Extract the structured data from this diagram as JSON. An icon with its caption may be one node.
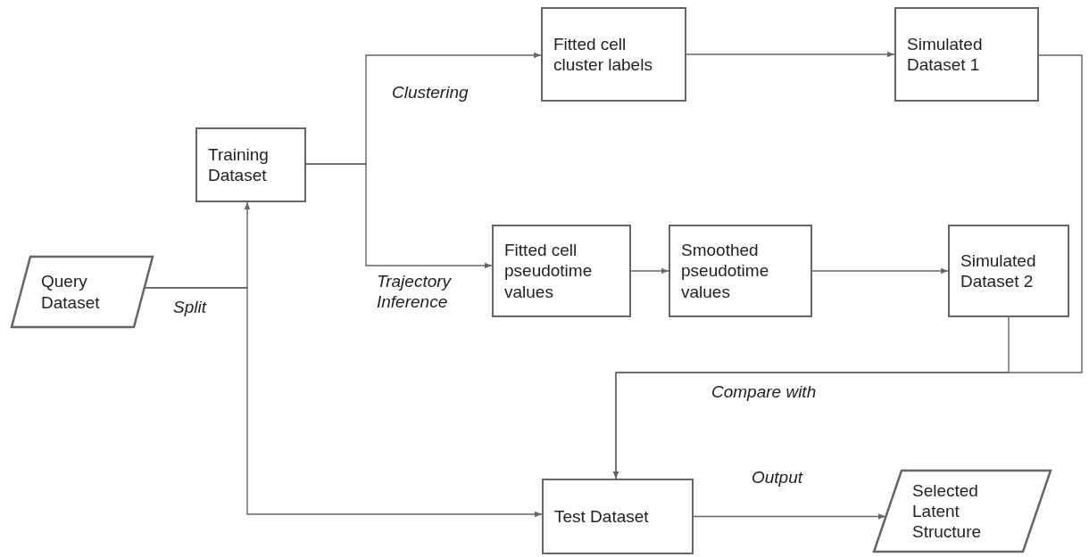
{
  "diagram": {
    "nodes": [
      {
        "text": [
          "Training Dataset"
        ]
      },
      {
        "text": [
          "Fitted cell cluster labels"
        ]
      },
      {
        "text": [
          "Simulated Dataset 1"
        ]
      },
      {
        "text": [
          "Query Dataset"
        ]
      },
      {
        "text": [
          "Fitted cell pseudotime values"
        ]
      },
      {
        "text": [
          "Smoothed pseudotime values"
        ]
      },
      {
        "text": [
          "Simulated Dataset 2"
        ]
      },
      {
        "text": [
          "Test Dataset"
        ]
      },
      {
        "text": [
          "Selected Latent Structure"
        ]
      }
    ],
    "edges": [
      {
        "from": 0,
        "to": 1,
        "arrow": "to",
        "label": "Clustering"
      },
      {
        "from": 0,
        "to": 4,
        "arrow": "to",
        "label": "Trajectory Inference"
      },
      {
        "from": 1,
        "to": 2,
        "arrow": "to"
      },
      {
        "from": 4,
        "to": 5,
        "arrow": "to"
      },
      {
        "from": 5,
        "to": 6,
        "arrow": "to"
      },
      {
        "from": 3,
        "to": 0,
        "arrow": "to",
        "label": "Split"
      },
      {
        "from": 3,
        "to": 7,
        "arrow": "to"
      },
      {
        "from": 2,
        "to": 7,
        "arrow": "to"
      },
      {
        "from": 6,
        "to": 7,
        "arrow": "to",
        "label": "Compare with"
      },
      {
        "from": 7,
        "to": 8,
        "arrow": "to",
        "label": "Output"
      }
    ]
  }
}
